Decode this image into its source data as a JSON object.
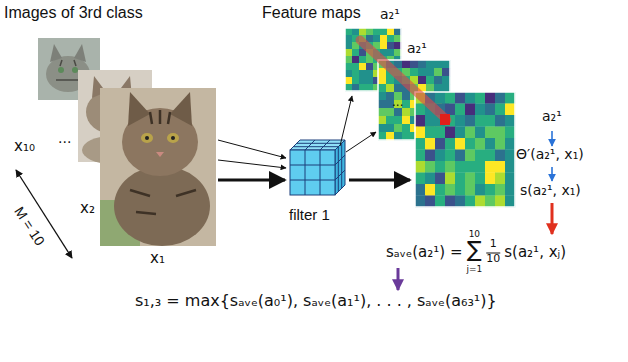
{
  "diagram": {
    "nodes": [
      {
        "text": [
          "filter 1"
        ]
      }
    ],
    "labels": [
      "Images of 3rd class",
      "Feature maps",
      "M = 10",
      "x₁₀",
      "...",
      "x₂",
      "x₁",
      "a₂¹",
      "a₂¹",
      "...",
      "a₂¹",
      "Θ′(a₂¹, x₁)",
      "s(a₂¹, x₁)",
      "sₐᵥₑ(a₂¹) =",
      "∑",
      "10",
      "j=1",
      "1",
      "10",
      "s(a₂¹, xⱼ)",
      "s₁,₃ = max{sₐᵥₑ(a₀¹), sₐᵥₑ(a₁¹), . . . , sₐᵥₑ(a₆₃¹)}"
    ]
  }
}
